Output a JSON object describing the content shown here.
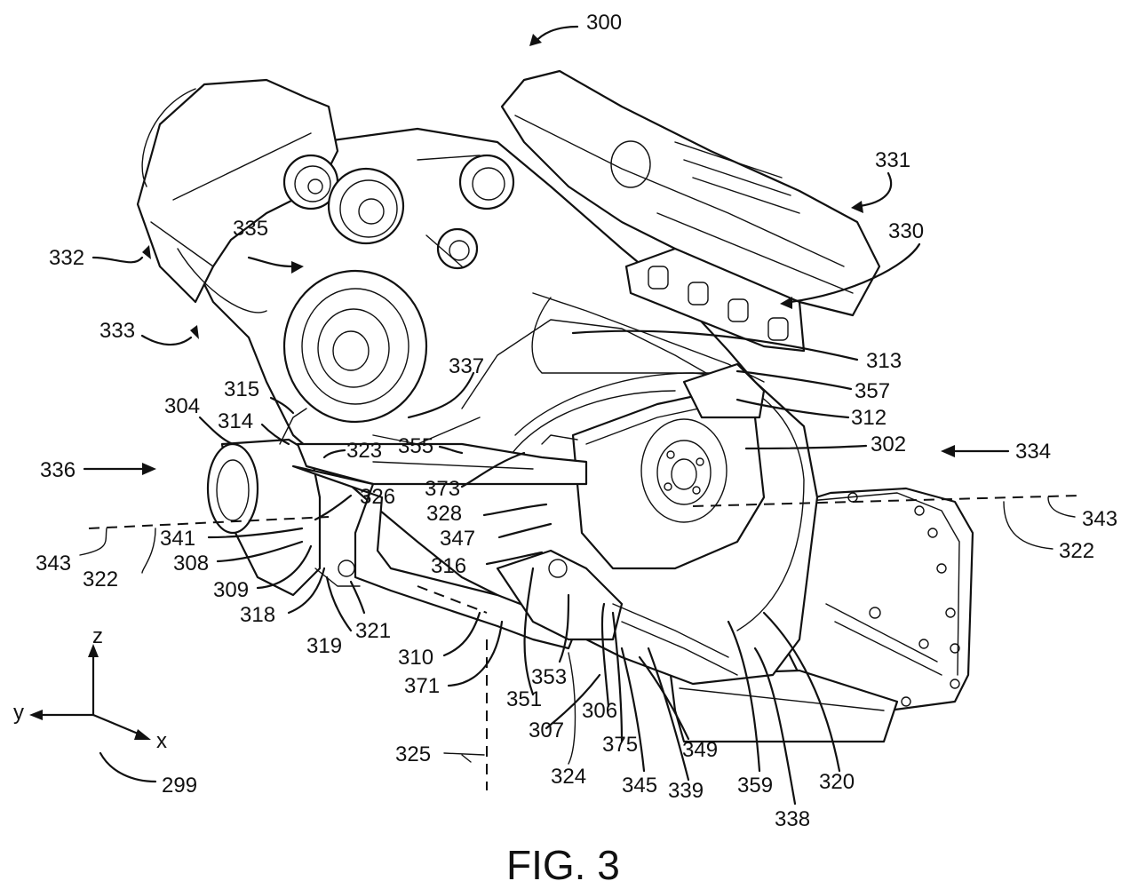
{
  "figure": {
    "caption": "FIG. 3",
    "axes": {
      "z": "z",
      "y": "y",
      "x": "x"
    },
    "refs": {
      "r300": "300",
      "r331": "331",
      "r330": "330",
      "r332": "332",
      "r335": "335",
      "r333": "333",
      "r313": "313",
      "r337": "337",
      "r357": "357",
      "r315": "315",
      "r304": "304",
      "r312": "312",
      "r314": "314",
      "r302": "302",
      "r323": "323",
      "r355": "355",
      "r334": "334",
      "r336": "336",
      "r373": "373",
      "r326": "326",
      "r328": "328",
      "r343a": "343",
      "r343b": "343",
      "r341": "341",
      "r347": "347",
      "r322a": "322",
      "r322b": "322",
      "r308": "308",
      "r316": "316",
      "r309": "309",
      "r318": "318",
      "r321": "321",
      "r319": "319",
      "r310": "310",
      "r353": "353",
      "r371": "371",
      "r351": "351",
      "r306": "306",
      "r307": "307",
      "r375": "375",
      "r349": "349",
      "r325": "325",
      "r324": "324",
      "r345": "345",
      "r339": "339",
      "r359": "359",
      "r320": "320",
      "r299": "299",
      "r338": "338"
    }
  }
}
